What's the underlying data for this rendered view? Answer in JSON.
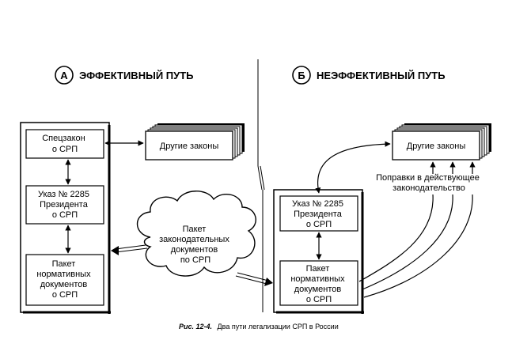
{
  "diagram": {
    "caption": {
      "prefix": "Рис. 12-4.",
      "text": "Два пути легализации СРП в России"
    },
    "left": {
      "letter": "А",
      "title": "ЭФФЕКТИВНЫЙ ПУТЬ",
      "box1": [
        "Спецзакон",
        "о СРП"
      ],
      "box2": [
        "Указ № 2285",
        "Президента",
        "о СРП"
      ],
      "box3": [
        "Пакет",
        "нормативных",
        "документов",
        "о СРП"
      ],
      "stack": "Другие законы"
    },
    "right": {
      "letter": "Б",
      "title": "НЕЭФФЕКТИВНЫЙ ПУТЬ",
      "box1": [
        "Указ № 2285",
        "Президента",
        "о СРП"
      ],
      "box2": [
        "Пакет",
        "нормативных",
        "документов",
        "о СРП"
      ],
      "stack": "Другие законы",
      "amendments": [
        "Поправки в действующее",
        "законодательство"
      ]
    },
    "cloud": [
      "Пакет",
      "законодательных",
      "документов",
      "по СРП"
    ]
  }
}
